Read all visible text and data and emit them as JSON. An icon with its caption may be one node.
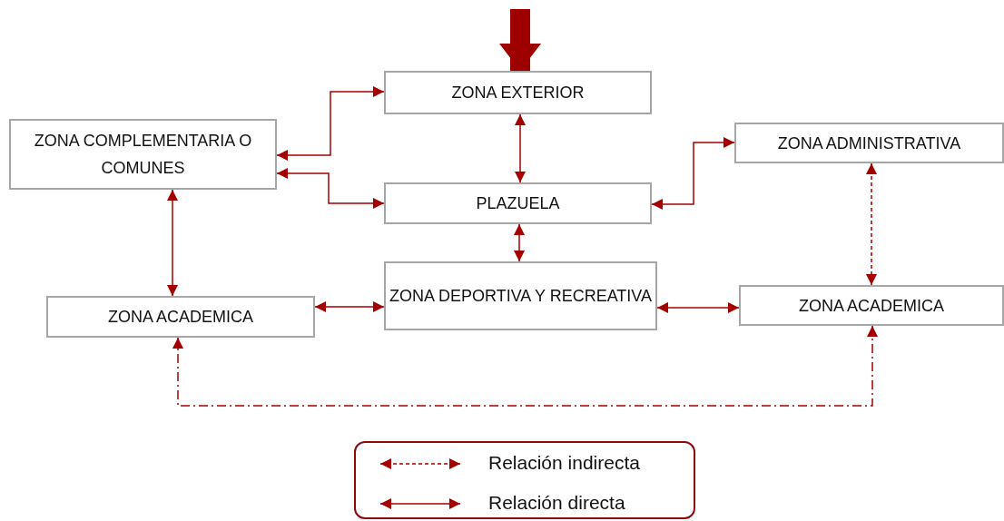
{
  "diagram": {
    "nodes": [
      {
        "text": [
          "ZONA EXTERIOR"
        ]
      },
      {
        "text": [
          "ZONA COMPLEMENTARIA O COMUNES"
        ]
      },
      {
        "text": [
          "ZONA ADMINISTRATIVA"
        ]
      },
      {
        "text": [
          "PLAZUELA"
        ]
      },
      {
        "text": [
          "ZONA DEPORTIVA Y RECREATIVA"
        ]
      },
      {
        "text": [
          "ZONA ACADEMICA"
        ]
      },
      {
        "text": [
          "ZONA ACADEMICA"
        ]
      }
    ],
    "edges": [
      {
        "from": 1,
        "to": 0,
        "arrow": "both"
      },
      {
        "from": 1,
        "to": 3,
        "arrow": "both"
      },
      {
        "from": 0,
        "to": 3,
        "arrow": "both"
      },
      {
        "from": 3,
        "to": 2,
        "arrow": "both"
      },
      {
        "from": 3,
        "to": 4,
        "arrow": "both"
      },
      {
        "from": 1,
        "to": 5,
        "arrow": "both"
      },
      {
        "from": 5,
        "to": 4,
        "arrow": "both"
      },
      {
        "from": 4,
        "to": 6,
        "arrow": "both"
      },
      {
        "from": 2,
        "to": 6,
        "arrow": "both",
        "style": "dashed"
      },
      {
        "from": 6,
        "to": 5,
        "arrow": "both",
        "style": "dashed"
      },
      {
        "from": null,
        "to": 0,
        "arrow": "to",
        "style": "thick"
      }
    ],
    "legend": [
      {
        "text": "Relación indirecta"
      },
      {
        "text": "Relación directa"
      }
    ]
  }
}
